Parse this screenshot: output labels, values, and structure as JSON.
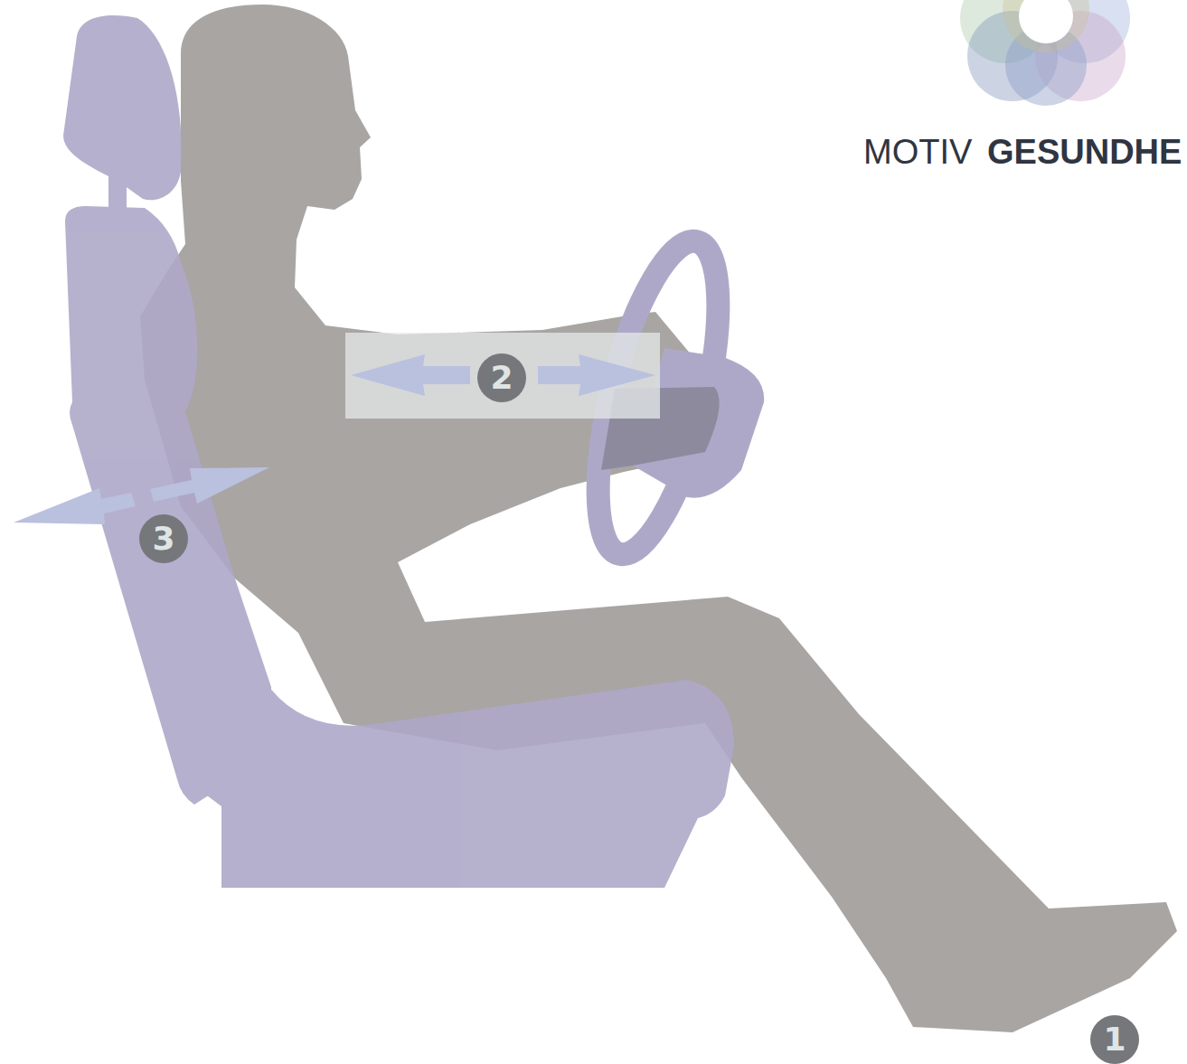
{
  "diagram": {
    "labels": [
      "MOTIV",
      "GESUNDHE",
      "2",
      "3",
      "1"
    ]
  }
}
